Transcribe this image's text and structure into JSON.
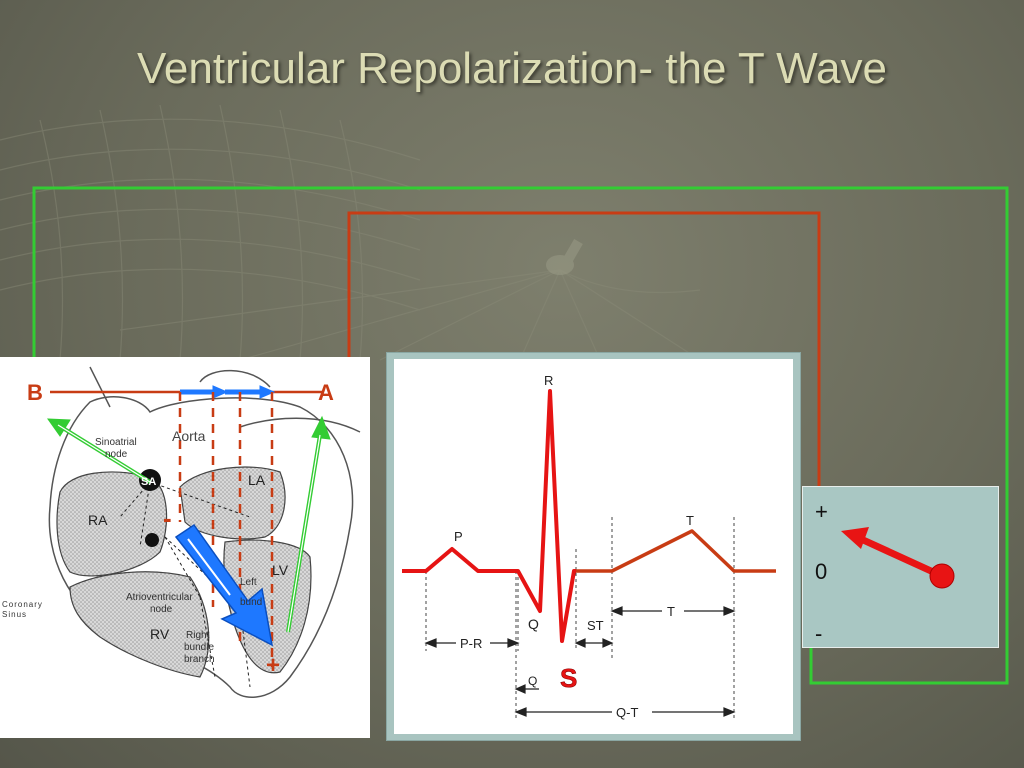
{
  "title": "Ventricular Repolarization- the T Wave",
  "heart": {
    "lead_left": "B",
    "lead_right": "A",
    "sinoatrial": [
      "Sinoatrial",
      "node"
    ],
    "sa": "SA",
    "aorta": "Aorta",
    "ra": "RA",
    "la": "LA",
    "lv": "LV",
    "rv": "RV",
    "left_bundle": [
      "Left",
      "bund"
    ],
    "av_node": [
      "Atrioventricular",
      "node"
    ],
    "right_bundle": [
      "Right",
      "bundle",
      "branch"
    ],
    "coronary_sinus": [
      "Coronary",
      "Sinus"
    ],
    "minus": "-",
    "plus": "+"
  },
  "ecg": {
    "labels": {
      "p": "P",
      "q": "Q",
      "r": "R",
      "s": "S",
      "t": "T",
      "pr": "P-R",
      "st": "ST",
      "t_interval": "T",
      "qt": "Q-T",
      "q_mark": "Q"
    }
  },
  "meter": {
    "plus": "+",
    "zero": "0",
    "minus": "-"
  },
  "colors": {
    "title": "#dcdcb4",
    "green_wire": "#33cc33",
    "red_wire": "#c83c14",
    "ecg_red": "#e61414",
    "vector_blue": "#1e78ff",
    "needle": "#e81414"
  }
}
